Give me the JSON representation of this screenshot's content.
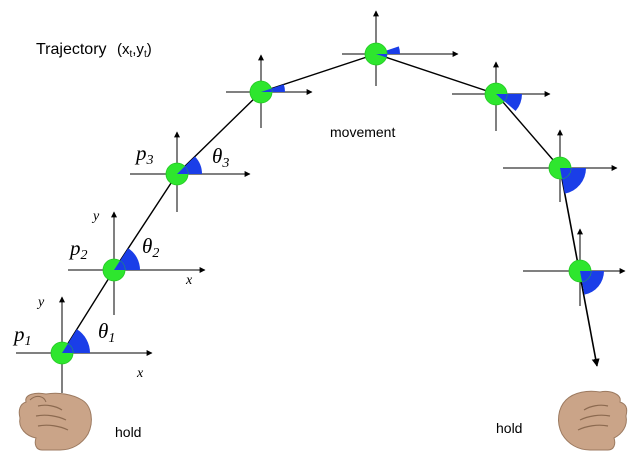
{
  "title": {
    "main": "Trajectory",
    "coords": "(x",
    "sub_t": "t",
    "comma": ",y",
    "sub_t2": "t",
    "close": ")"
  },
  "labels": {
    "movement": "movement",
    "hold_left": "hold",
    "hold_right": "hold"
  },
  "points": [
    {
      "p": "p",
      "p_sub": "1",
      "theta": "θ",
      "theta_sub": "1",
      "x_axis": "x",
      "y_axis": "y"
    },
    {
      "p": "p",
      "p_sub": "2",
      "theta": "θ",
      "theta_sub": "2",
      "x_axis": "x",
      "y_axis": "y"
    },
    {
      "p": "p",
      "p_sub": "3",
      "theta": "θ",
      "theta_sub": "3"
    }
  ],
  "colors": {
    "point": "#2ee62e",
    "angle": "#1a3ee8",
    "line": "#000000",
    "fist": "#caa488"
  }
}
